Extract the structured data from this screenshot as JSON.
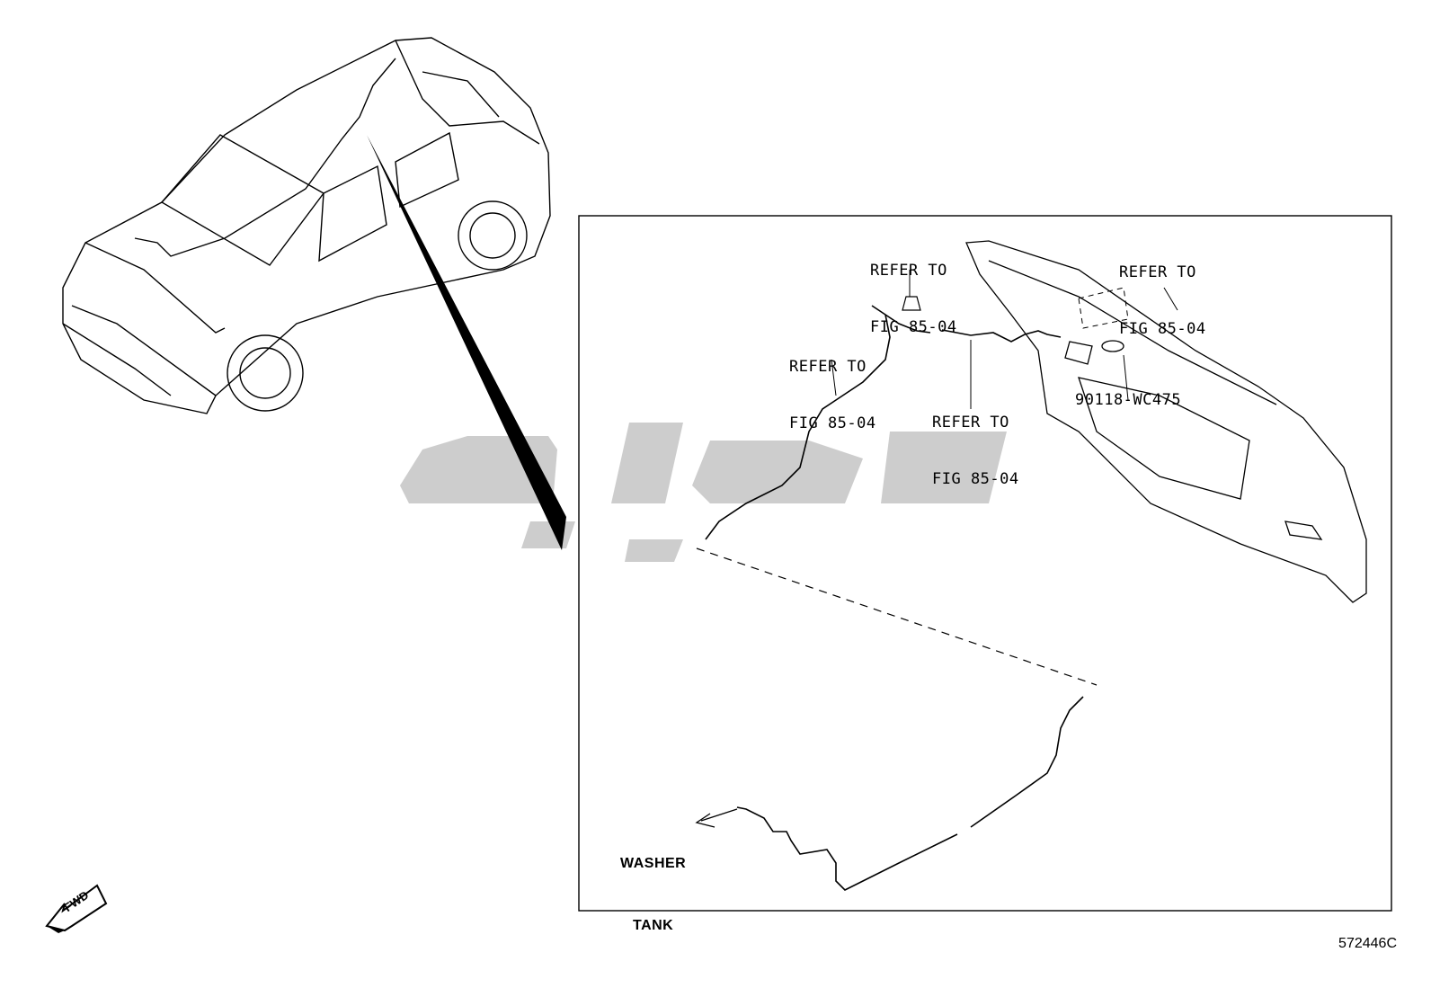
{
  "callouts": {
    "refer_a": {
      "line1": "REFER TO",
      "line2": "FIG 85-04"
    },
    "refer_b": {
      "line1": "REFER TO",
      "line2": "FIG 85-04"
    },
    "refer_c": {
      "line1": "REFER TO",
      "line2": "FIG 85-04"
    },
    "refer_d": {
      "line1": "REFER TO",
      "line2": "FIG 85-04"
    },
    "part_number": "90118-WC475",
    "washer_tank": {
      "line1": "WASHER",
      "line2": "TANK"
    }
  },
  "orientation_label": "FWD",
  "figure_id": "572446C",
  "watermark_color": "#c8c8c8"
}
